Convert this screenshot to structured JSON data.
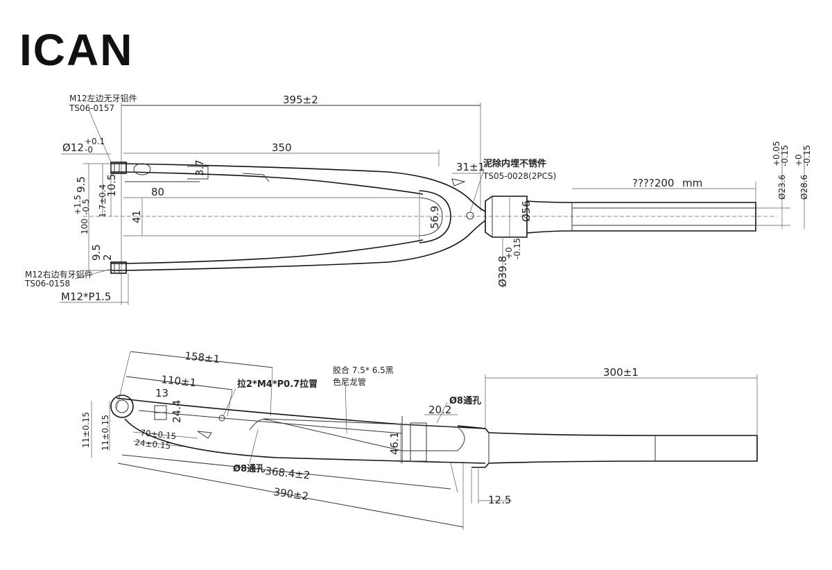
{
  "brand": {
    "logo_text": "ICAN"
  },
  "top_view": {
    "overall_length": "395±2",
    "blade_length": "350",
    "left_insert_label": "M12左边无牙铝件",
    "left_insert_code": "TS06-0157",
    "right_insert_label": "M12右边有牙铝件",
    "right_insert_code": "TS06-0158",
    "dropout_diameter": "Ø12",
    "dropout_tol_upper": "+0.1",
    "dropout_tol_lower": "-0",
    "thread_spec": "M12*P1.5",
    "dim_9_5_top": "9.5",
    "dim_1_7": "1.7±0.4",
    "dim_10_5": "10.5",
    "dim_100": "100",
    "dim_100_tol_upper": "+1.5",
    "dim_100_tol_lower": "-0.5",
    "dim_9_5_bottom": "9.5",
    "dim_2": "2",
    "dim_3_7": "3.7",
    "dim_80": "80",
    "dim_41": "41",
    "dim_56_9": "56.9",
    "dim_31": "31±1",
    "embed_label": "泥除内埋不锈件",
    "embed_code": "TS05-0028(2PCS)",
    "steerer_length": "????200",
    "steerer_unit": "mm",
    "dim_56": "Ø56",
    "crown_diameter": "Ø39.8",
    "crown_tol_upper": "+0",
    "crown_tol_lower": "-0.15",
    "steerer_d1": "Ø23.6",
    "steerer_d1_tol_upper": "+0.05",
    "steerer_d1_tol_lower": "-0.15",
    "steerer_d2": "Ø28.6",
    "steerer_d2_tol_upper": "+0",
    "steerer_d2_tol_lower": "-0.15"
  },
  "side_view": {
    "dim_158": "158±1",
    "dim_110": "110±1",
    "dim_13": "13",
    "dim_24_4": "24.4",
    "dim_70": "70±0.15",
    "dim_24": "24±0.15",
    "dim_11": "11±0.15",
    "dim_11b": "11±0.15",
    "rivet_label": "拉2*M4*P0.7拉冒",
    "glue_label_line1": "胶合  7.5*   6.5黑",
    "glue_label_line2": "色尼龙管",
    "hole_label_top": "Ø8通孔",
    "hole_label_bottom": "Ø8通孔",
    "dim_20_2": "20.2",
    "dim_46_1": "46.1",
    "dim_368": "368.4±2",
    "dim_390": "390±2",
    "dim_300": "300±1",
    "dim_12_5": "12.5"
  }
}
